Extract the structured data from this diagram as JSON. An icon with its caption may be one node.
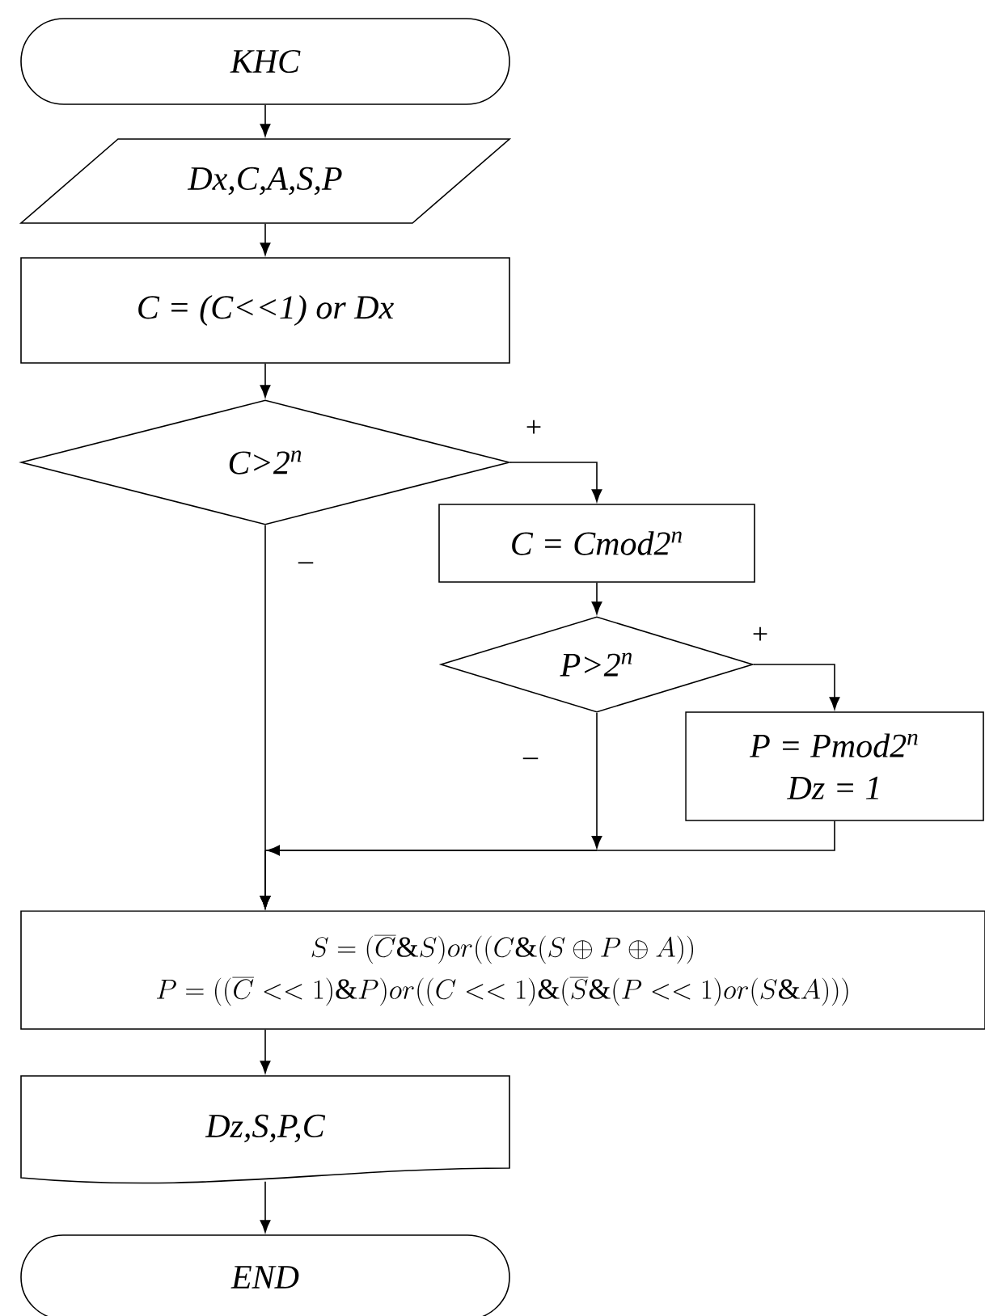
{
  "diagram": {
    "nodes": [
      {
        "text": [
          "КНС"
        ]
      },
      {
        "text": [
          "Dx,C,A,S,P"
        ]
      },
      {
        "text": [
          "C = (C<<1) or Dx"
        ]
      },
      {
        "text": [
          "C>2$^{n}$"
        ]
      },
      {
        "text": [
          "C = Cmod2$^{n}$"
        ]
      },
      {
        "text": [
          "P>2$^{n}$"
        ]
      },
      {
        "text": [
          "P = Pmod2$^{n}$",
          "Dz = 1"
        ]
      },
      {
        "text": [
          "S=(\\overline{C}\\&S)or((C\\&(S\\oplus P\\oplus A))",
          "P=((\\overline{C}<<1)\\&P)or((C<<1)\\&(\\overline{S}\\&(P<<1)or(S\\&A)))"
        ]
      },
      {
        "text": [
          "Dz,S,P,C"
        ]
      },
      {
        "text": [
          "END"
        ]
      }
    ],
    "edges": [
      {
        "from": 0,
        "to": 1,
        "arrow": "to"
      },
      {
        "from": 1,
        "to": 2,
        "arrow": "to"
      },
      {
        "from": 2,
        "to": 3,
        "arrow": "to"
      },
      {
        "from": 3,
        "to": 4,
        "arrow": "to",
        "label": "+"
      },
      {
        "from": 4,
        "to": 5,
        "arrow": "to"
      },
      {
        "from": 5,
        "to": 6,
        "arrow": "to",
        "label": "+"
      },
      {
        "from": 3,
        "to": 7,
        "arrow": "to",
        "label": "–"
      },
      {
        "from": 5,
        "to": 7,
        "arrow": "to",
        "label": "–"
      },
      {
        "from": 6,
        "to": 7,
        "arrow": "to"
      },
      {
        "from": 7,
        "to": 8,
        "arrow": "to"
      },
      {
        "from": 8,
        "to": 9,
        "arrow": "to"
      }
    ]
  }
}
